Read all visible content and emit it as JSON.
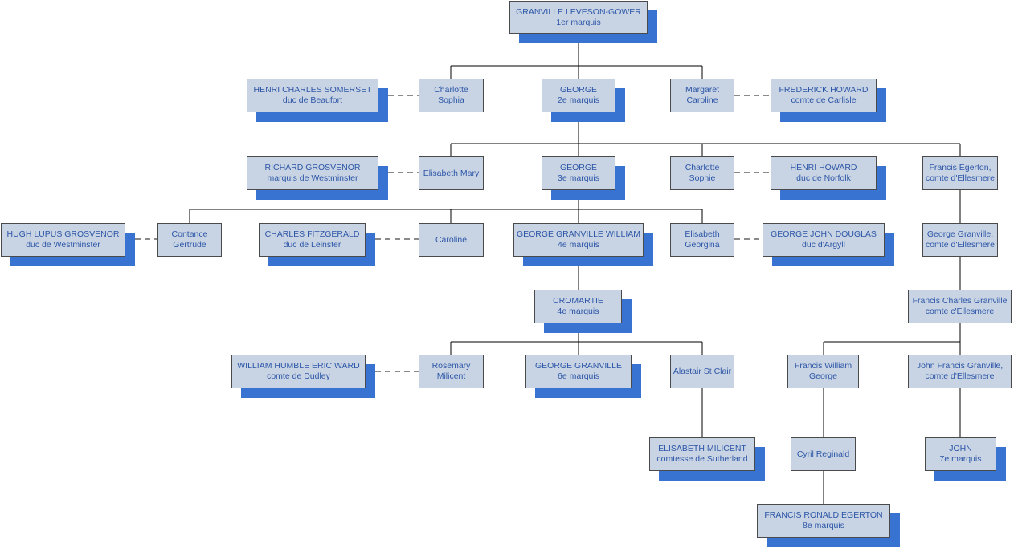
{
  "people": {
    "granville_leveson_gower": {
      "name": "GRANVILLE LEVESON-GOWER",
      "title": "1er marquis"
    },
    "henri_charles_somerset": {
      "name": "HENRI CHARLES SOMERSET",
      "title": "duc de Beaufort"
    },
    "charlotte_sophia": {
      "name": "Charlotte",
      "title": "Sophia"
    },
    "george_2": {
      "name": "GEORGE",
      "title": "2e marquis"
    },
    "margaret_caroline": {
      "name": "Margaret",
      "title": "Caroline"
    },
    "frederick_howard": {
      "name": "FREDERICK HOWARD",
      "title": "comte de Carlisle"
    },
    "richard_grosvenor": {
      "name": "RICHARD GROSVENOR",
      "title": "marquis de Westminster"
    },
    "elisabeth_mary": {
      "name": "Elisabeth Mary",
      "title": ""
    },
    "george_3": {
      "name": "GEORGE",
      "title": "3e marquis"
    },
    "charlotte_sophie": {
      "name": "Charlotte",
      "title": "Sophie"
    },
    "henri_howard": {
      "name": "HENRI HOWARD",
      "title": "duc de Norfolk"
    },
    "francis_egerton": {
      "name": "Francis Egerton,",
      "title": "comte d'Ellesmere"
    },
    "hugh_lupus_grosvenor": {
      "name": "HUGH LUPUS GROSVENOR",
      "title": "duc de Westminster"
    },
    "contance_gertrude": {
      "name": "Contance",
      "title": "Gertrude"
    },
    "charles_fitzgerald": {
      "name": "CHARLES FITZGERALD",
      "title": "duc de Leinster"
    },
    "caroline": {
      "name": "Caroline",
      "title": ""
    },
    "george_granville_william": {
      "name": "GEORGE GRANVILLE WILLIAM",
      "title": "4e marquis"
    },
    "elisabeth_georgina": {
      "name": "Elisabeth",
      "title": "Georgina"
    },
    "george_john_douglas": {
      "name": "GEORGE JOHN DOUGLAS",
      "title": "duc d'Argyll"
    },
    "george_granville_ellesmere": {
      "name": "George Granville,",
      "title": "comte d'Ellesmere"
    },
    "cromartie": {
      "name": "CROMARTIE",
      "title": "4e marquis"
    },
    "francis_charles_granville": {
      "name": "Francis Charles Granville",
      "title": "comte c'Ellesmere"
    },
    "william_humble_eric_ward": {
      "name": "WILLIAM HUMBLE ERIC WARD",
      "title": "comte de Dudley"
    },
    "rosemary_milicent": {
      "name": "Rosemary",
      "title": "Milicent"
    },
    "george_granville_6": {
      "name": "GEORGE GRANVILLE",
      "title": "6e marquis"
    },
    "alastair_st_clair": {
      "name": "Alastair St Clair",
      "title": ""
    },
    "francis_william_george": {
      "name": "Francis William",
      "title": "George"
    },
    "john_francis_granville": {
      "name": "John Francis Granville,",
      "title": "comte d'Ellesmere"
    },
    "elisabeth_milicent": {
      "name": "ELISABETH MILICENT",
      "title": "comtesse de Sutherland"
    },
    "cyril_reginald": {
      "name": "Cyril Reginald",
      "title": ""
    },
    "john_7": {
      "name": "JOHN",
      "title": "7e marquis"
    },
    "francis_ronald_egerton": {
      "name": "FRANCIS RONALD EGERTON",
      "title": "8e marquis"
    }
  },
  "colors": {
    "box_fill": "#c8d4e3",
    "box_border": "#4a4a4a",
    "text": "#2d56a8",
    "shadow": "#3873d2",
    "line": "#000000",
    "marriage_line": "#444444"
  }
}
